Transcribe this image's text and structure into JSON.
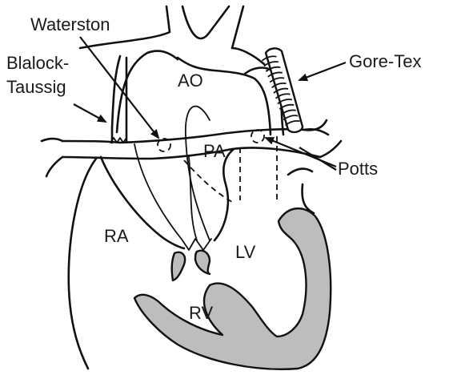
{
  "labels": {
    "waterston": "Waterston",
    "blalock_line1": "Blalock-",
    "blalock_line2": "Taussig",
    "ao": "AO",
    "gore_tex": "Gore-Tex",
    "pa": "PA",
    "potts": "Potts",
    "ra": "RA",
    "lv": "LV",
    "rv": "RV"
  },
  "colors": {
    "line": "#111111",
    "myocardium_fill": "#bdbdbd",
    "background": "#ffffff"
  }
}
